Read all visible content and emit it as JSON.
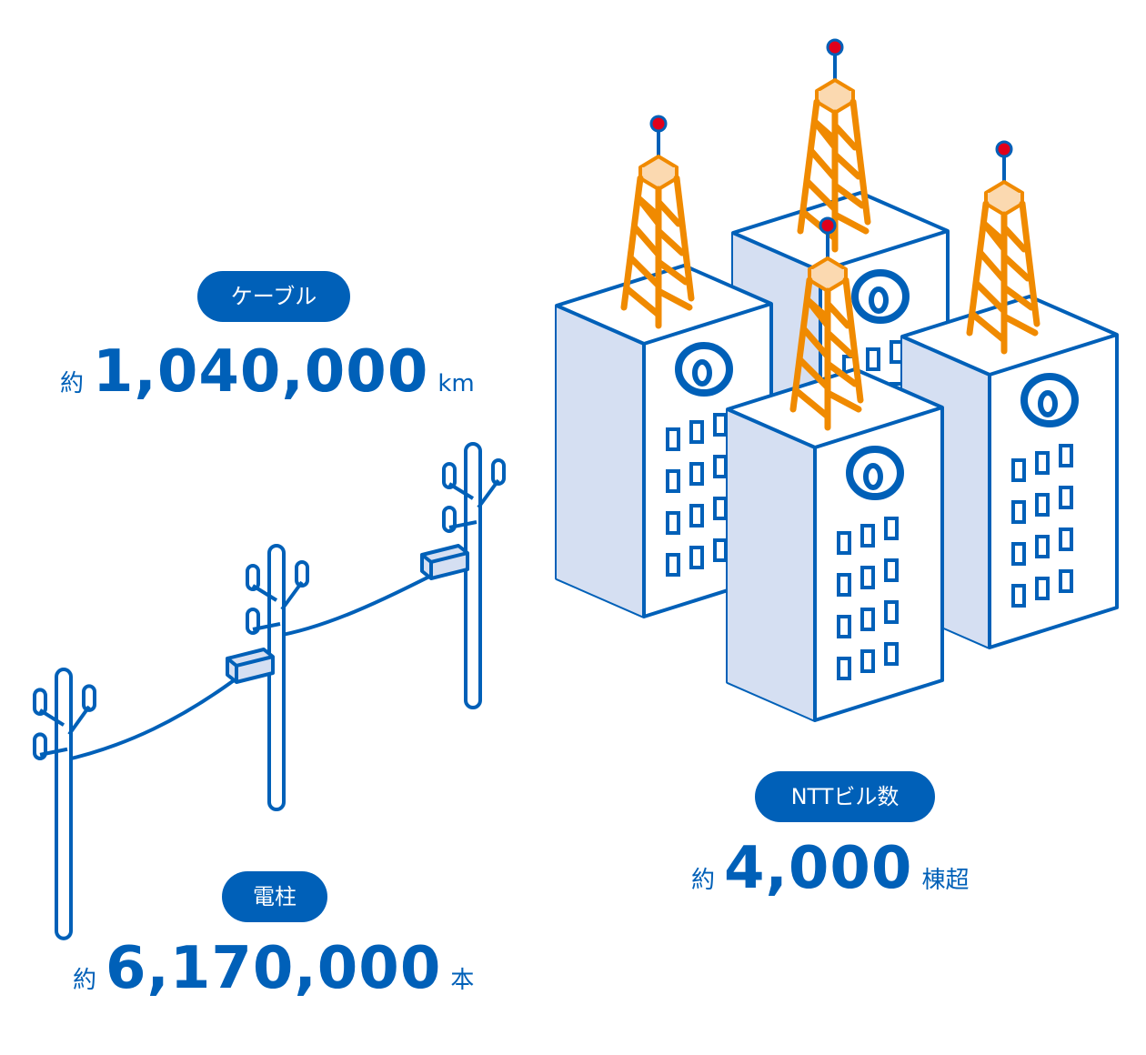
{
  "colors": {
    "brand_blue": "#0060b8",
    "tower_orange": "#f08a00",
    "building_fill": "#d5dff2",
    "antenna_red": "#e0001b"
  },
  "cable": {
    "label": "ケーブル",
    "prefix": "約",
    "value": "1,040,000",
    "unit": "km"
  },
  "poles": {
    "label": "電柱",
    "prefix": "約",
    "value": "6,170,000",
    "unit": "本"
  },
  "buildings": {
    "label": "NTTビル数",
    "prefix": "約",
    "value": "4,000",
    "unit": "棟超"
  },
  "icons": [
    "utility-pole-icon",
    "ntt-building-icon",
    "radio-tower-icon",
    "ntt-logo-icon"
  ]
}
